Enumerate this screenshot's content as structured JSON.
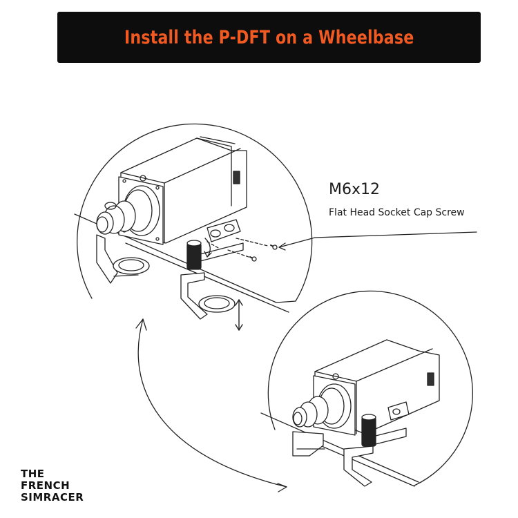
{
  "header": {
    "title": "Install the P-DFT on a Wheelbase",
    "title_color": "#f15a22",
    "background": "#0d0d0d"
  },
  "callout": {
    "size": "M6x12",
    "description": "Flat Head Socket Cap Screw"
  },
  "logo": {
    "line1": "THE",
    "line2": "FRENCH",
    "line3": "SIMRACER"
  }
}
